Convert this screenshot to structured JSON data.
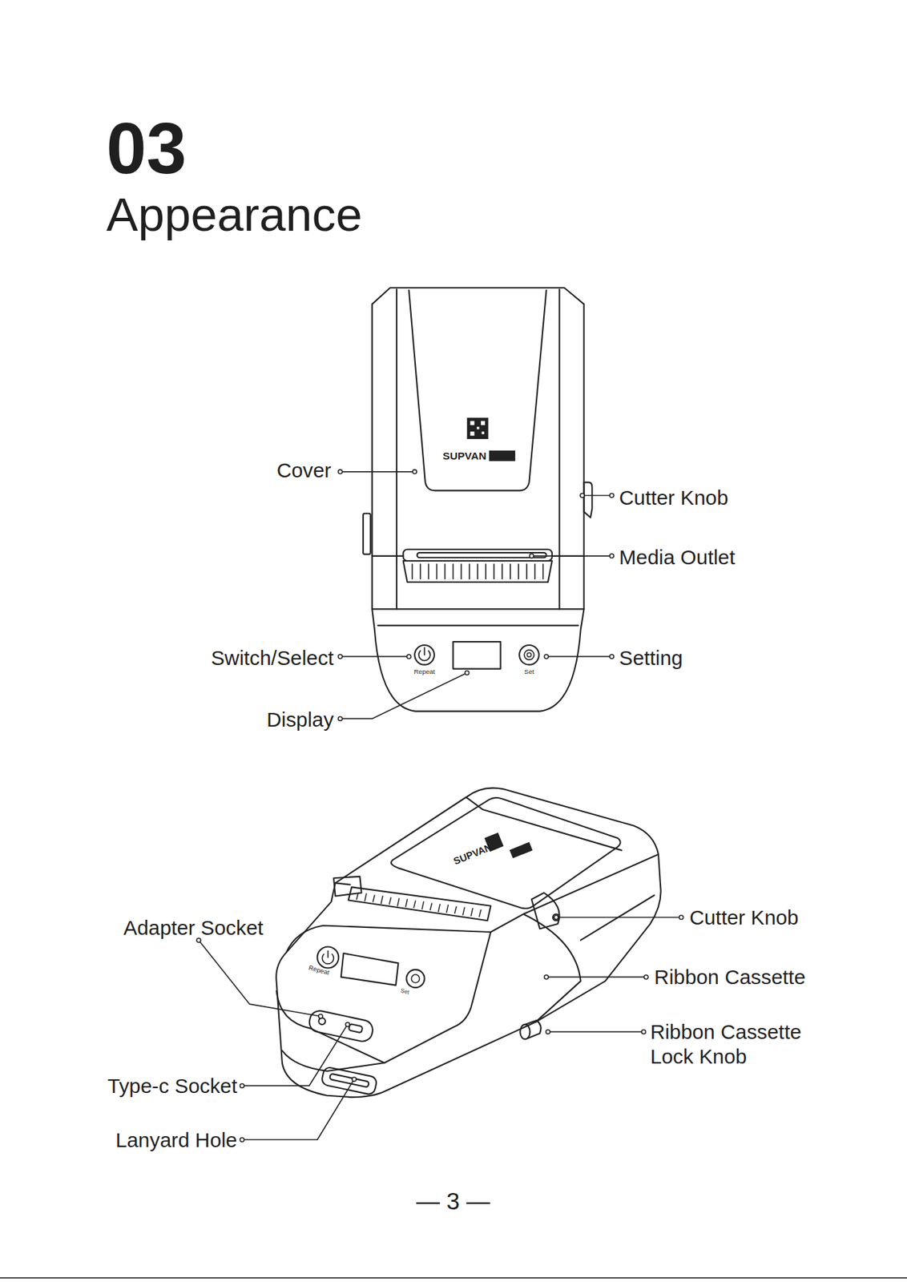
{
  "diagram": {
    "title": "Appearance",
    "labels": [
      "03",
      "Cover",
      "Cutter Knob",
      "Media Outlet",
      "Switch/Select",
      "Setting",
      "Display",
      "SUPVAN",
      "Repeat",
      "Set",
      "Adapter Socket",
      "Cutter Knob",
      "Ribbon Cassette",
      "Ribbon Cassette Lock Knob",
      "Type-c Socket",
      "Lanyard Hole",
      "SUPVAN",
      "Repeat",
      "Set",
      "— 3 —"
    ]
  }
}
